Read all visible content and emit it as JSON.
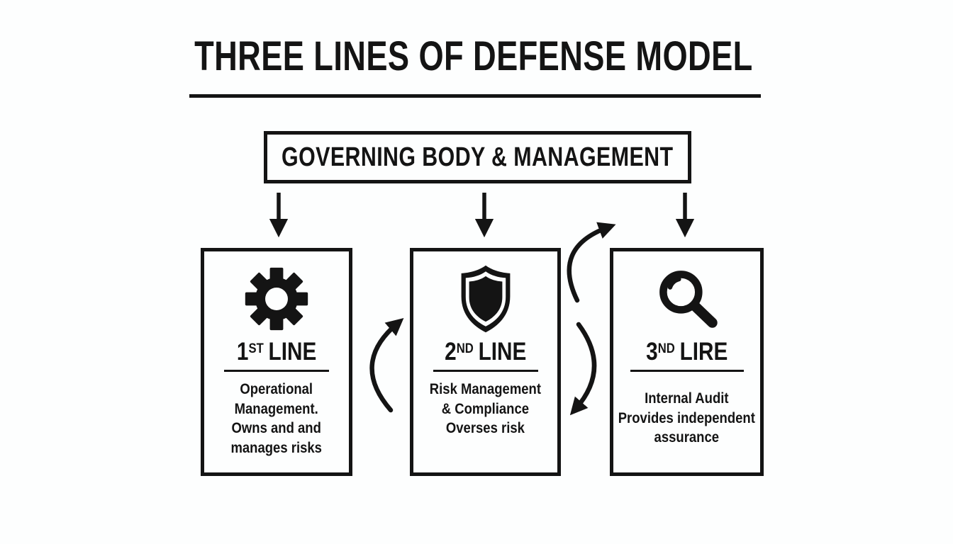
{
  "title": "THREE LINES OF DEFENSE MODEL",
  "governing": {
    "label": "GOVERNING BODY & MANAGEMENT"
  },
  "lines": [
    {
      "number": "1",
      "ordinal": "ST",
      "word": "LINE",
      "icon": "gear-icon",
      "description": "Operational\nManagement.\nOwns and and\nmanages risks"
    },
    {
      "number": "2",
      "ordinal": "ND",
      "word": "LINE",
      "icon": "shield-icon",
      "description": "Risk Management\n& Compliance\nOverses risk"
    },
    {
      "number": "3",
      "ordinal": "ND",
      "word": "LIRE",
      "icon": "magnifier-icon",
      "description": "Internal Audit\nProvides independent\nassurance"
    }
  ],
  "arrows": {
    "straight_down_count": 3,
    "curved": [
      "first-to-second-up",
      "second-to-third-up",
      "third-to-second-down"
    ]
  },
  "colors": {
    "ink": "#141414",
    "background": "#fdfefe"
  }
}
